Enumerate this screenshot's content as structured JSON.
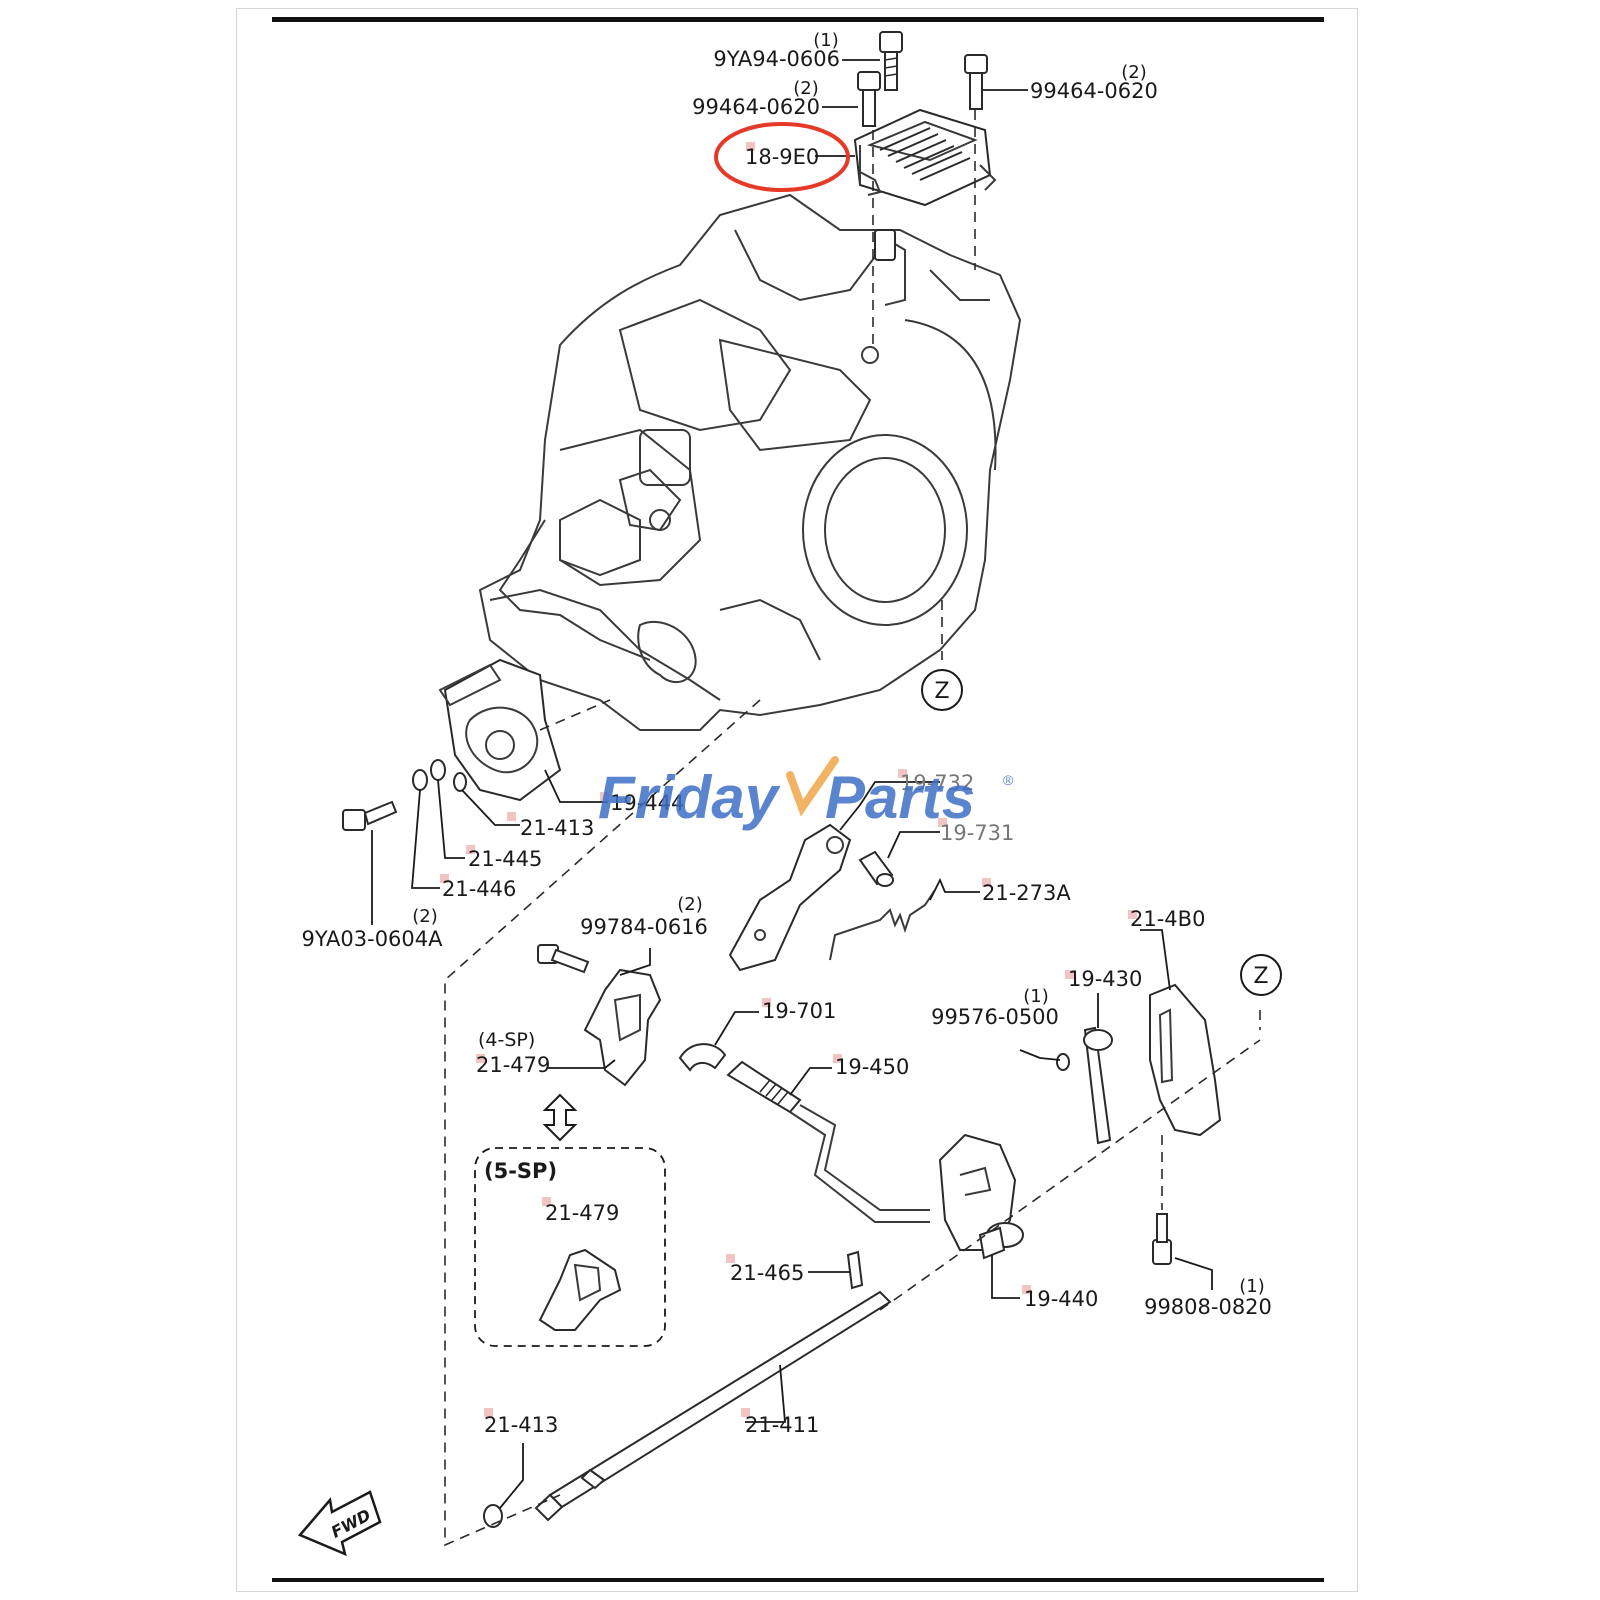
{
  "watermark": {
    "brand_a": "Friday",
    "brand_b": "Parts",
    "brand_color_a": "#3f6fc6",
    "brand_color_b": "#f0a64a",
    "registered": "®"
  },
  "highlight_color": "#e53a28",
  "callouts": [
    {
      "id": "9YA94-0606",
      "qty": "(1)"
    },
    {
      "id": "99464-0620",
      "qty": "(2)"
    },
    {
      "id": "99464-0620",
      "qty": "(2)"
    },
    {
      "id": "18-9E0",
      "qty": "",
      "highlighted": true
    },
    {
      "id": "Z",
      "qty": ""
    },
    {
      "id": "19-444",
      "qty": ""
    },
    {
      "id": "21-413",
      "qty": ""
    },
    {
      "id": "21-445",
      "qty": ""
    },
    {
      "id": "21-446",
      "qty": ""
    },
    {
      "id": "9YA03-0604A",
      "qty": "(2)"
    },
    {
      "id": "19-732",
      "qty": ""
    },
    {
      "id": "19-731",
      "qty": ""
    },
    {
      "id": "21-273A",
      "qty": ""
    },
    {
      "id": "99784-0616",
      "qty": "(2)"
    },
    {
      "id": "21-4B0",
      "qty": ""
    },
    {
      "id": "Z",
      "qty": ""
    },
    {
      "id": "19-430",
      "qty": ""
    },
    {
      "id": "99576-0500",
      "qty": "(1)"
    },
    {
      "id": "19-701",
      "qty": ""
    },
    {
      "id": "21-479",
      "qty": "",
      "variant": "(4-SP)"
    },
    {
      "id": "19-450",
      "qty": ""
    },
    {
      "id": "21-479",
      "qty": "",
      "variant": "(5-SP)"
    },
    {
      "id": "21-465",
      "qty": ""
    },
    {
      "id": "19-440",
      "qty": ""
    },
    {
      "id": "99808-0820",
      "qty": "(1)"
    },
    {
      "id": "21-413",
      "qty": ""
    },
    {
      "id": "21-411",
      "qty": ""
    }
  ],
  "fwd_label": "FWD"
}
